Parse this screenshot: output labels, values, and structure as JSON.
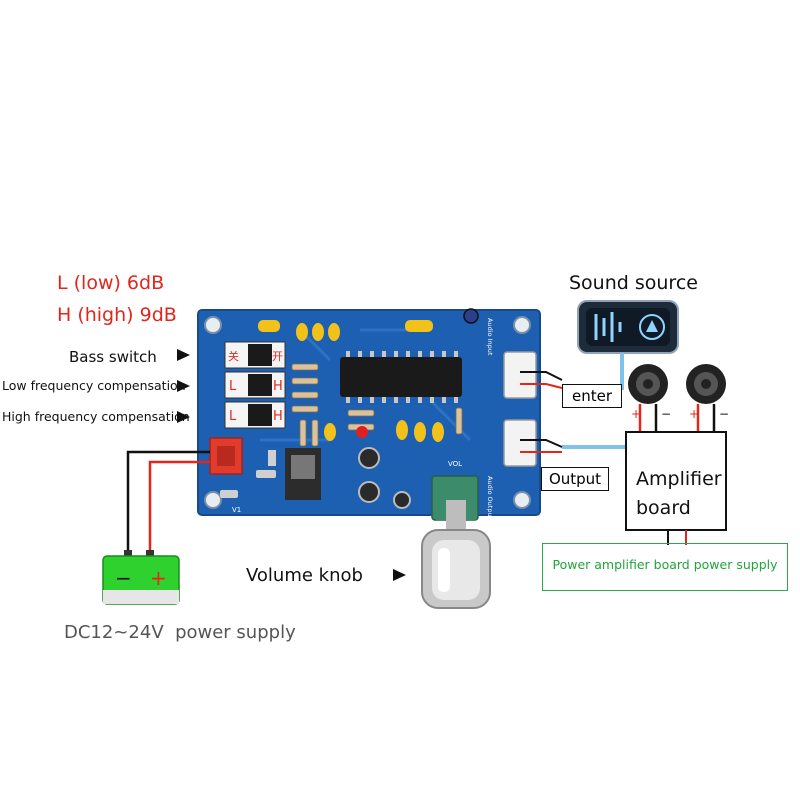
{
  "gain_labels": {
    "low": "L (low) 6dB",
    "high": "H (high) 9dB"
  },
  "left_labels": {
    "bass_switch": "Bass switch",
    "low_freq": "Low frequency compensation",
    "high_freq": "High frequency compensation"
  },
  "sound_source": "Sound source",
  "enter": "enter",
  "output": "Output",
  "amplifier_board": {
    "line1": "Amplifier",
    "line2": "board"
  },
  "power_amp_supply": "Power amplifier board power supply",
  "volume_knob": "Volume knob",
  "dc_supply": "DC12~24V  power supply",
  "battery": {
    "minus": "−",
    "plus": "+"
  },
  "speaker_polarity": {
    "plus": "+",
    "minus": "−"
  },
  "switch_marks": {
    "top_left": "关",
    "top_right": "开",
    "mid_left": "L",
    "mid_right": "H",
    "bot_left": "L",
    "bot_right": "H"
  },
  "board_text": {
    "audio_input": "Audio Input",
    "audio_output": "Audio Output",
    "vol": "VOL",
    "v1": "V1"
  },
  "colors": {
    "pcb": "#1d5fb0",
    "red_label": "#e3261b",
    "green_box": "#2aa84a",
    "battery": "#2fd12f",
    "wire_blue": "#7fc3ec",
    "wire_red": "#e3261b"
  }
}
